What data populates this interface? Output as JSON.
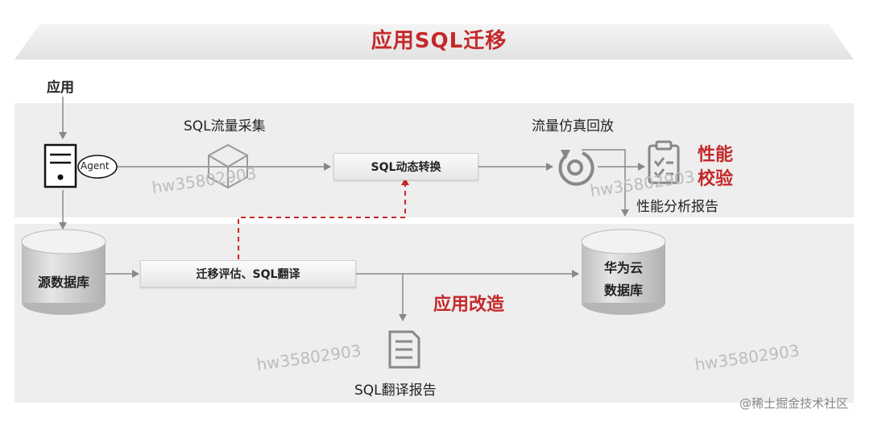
{
  "title": "应用SQL迁移",
  "labels": {
    "app": "应用",
    "agent": "Agent",
    "sql_collect": "SQL流量采集",
    "sql_dynamic": "SQL动态转换",
    "replay": "流量仿真回放",
    "perf_check_1": "性能",
    "perf_check_2": "校验",
    "perf_report": "性能分析报告",
    "source_db": "源数据库",
    "migrate_eval": "迁移评估、SQL翻译",
    "app_transform": "应用改造",
    "huawei_db_1": "华为云",
    "huawei_db_2": "数据库",
    "sql_report": "SQL翻译报告"
  },
  "watermarks": {
    "wm1": "hw35802903",
    "wm2": "hw35802903",
    "wm3": "hw35802903",
    "wm4": "hw35802903",
    "credit": "@稀土掘金技术社区"
  },
  "colors": {
    "accent_red": "#c5282a",
    "band_gray": "#eeeeee",
    "arrow_gray": "#888888"
  }
}
